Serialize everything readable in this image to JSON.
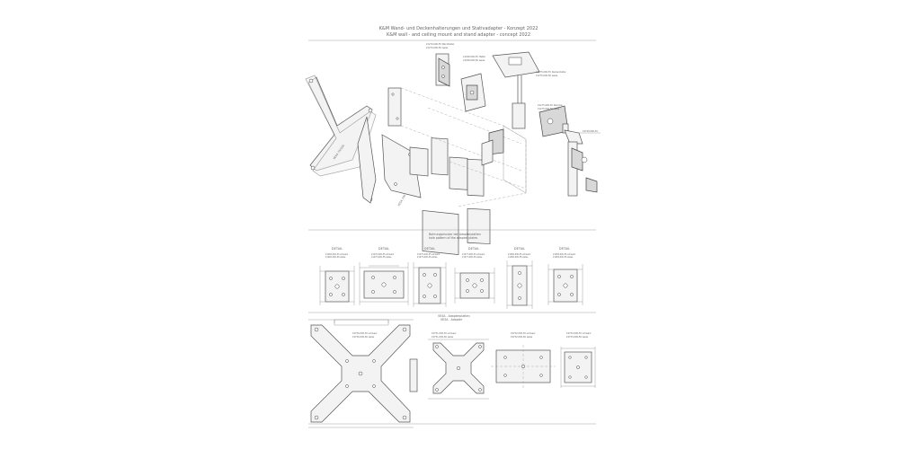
{
  "header": {
    "title_de": "K&M Wand- und Deckenhalterungen und Stativadapter - Konzept 2022",
    "title_en": "K&M wall - and ceiling mount and stand adapter - concept 2022"
  },
  "mid_section": {
    "title_de": "Bohrungsmuster der Adapterplatten",
    "title_en": "hole pattern of the adapter plates"
  },
  "views": [
    {
      "label": "DETAIL"
    },
    {
      "label": "DETAIL"
    },
    {
      "label": "DETAIL"
    },
    {
      "label": "DETAIL"
    },
    {
      "label": "DETAIL"
    },
    {
      "label": "DETAIL"
    }
  ],
  "bottom_section": {
    "title_de": "VESA - Adapterplatten",
    "title_en": "VESA - Adapter"
  },
  "colors": {
    "line": "#555555",
    "fill": "#f3f3f3",
    "paper": "#ffffff"
  }
}
